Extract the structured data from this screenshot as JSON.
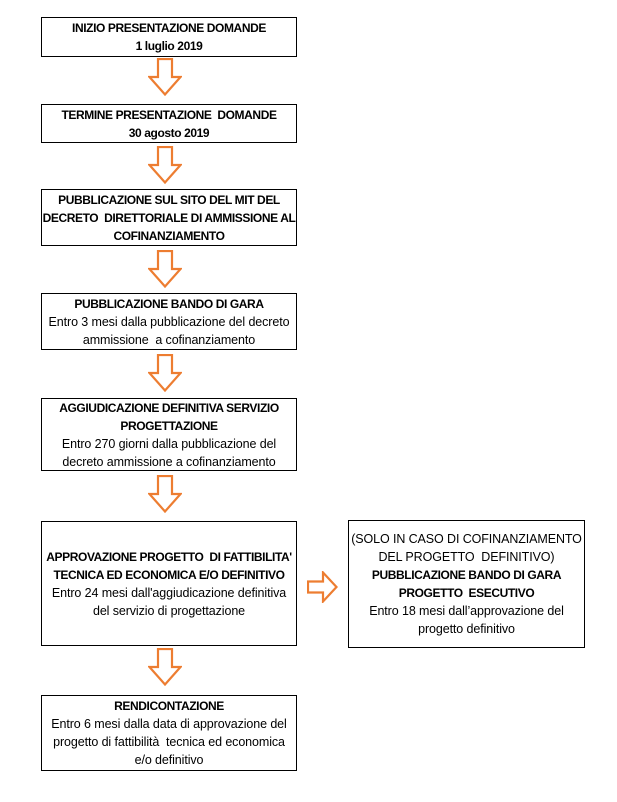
{
  "colors": {
    "arrow_outline": "#ED7D31",
    "box_border": "#000000",
    "text": "#000000",
    "background": "#FFFFFF"
  },
  "flow": {
    "boxes": [
      {
        "title": "INIZIO PRESENTAZIONE DOMANDE\n1 luglio 2019"
      },
      {
        "title": "TERMINE PRESENTAZIONE  DOMANDE\n30 agosto 2019"
      },
      {
        "title": "PUBBLICAZIONE SUL SITO DEL MIT DEL\nDECRETO  DIRETTORIALE DI AMMISSIONE AL\nCOFINANZIAMENTO"
      },
      {
        "title": "PUBBLICAZIONE BANDO DI GARA",
        "body": "Entro 3 mesi dalla pubblicazione del decreto\nammissione  a cofinanziamento"
      },
      {
        "title": "AGGIUDICAZIONE DEFINITIVA SERVIZIO\nPROGETTAZIONE",
        "body": "Entro 270 giorni dalla pubblicazione del\ndecreto ammissione a cofinanziamento"
      },
      {
        "title": "APPROVAZIONE PROGETTO  DI FATTIBILITA'\nTECNICA ED ECONOMICA E/O DEFINITIVO",
        "body": "Entro 24 mesi dall'aggiudicazione definitiva\ndel servizio di progettazione"
      },
      {
        "title": "RENDICONTAZIONE",
        "body": "Entro 6 mesi dalla data di approvazione del\nprogetto di fattibilità  tecnica ed economica\ne/o definitivo"
      }
    ],
    "side": {
      "pre": "(SOLO IN CASO DI COFINANZIAMENTO\nDEL PROGETTO  DEFINITIVO)",
      "title": "PUBBLICAZIONE BANDO DI GARA\nPROGETTO  ESECUTIVO",
      "body": "Entro 18 mesi dall’approvazione del\nprogetto definitivo"
    }
  }
}
